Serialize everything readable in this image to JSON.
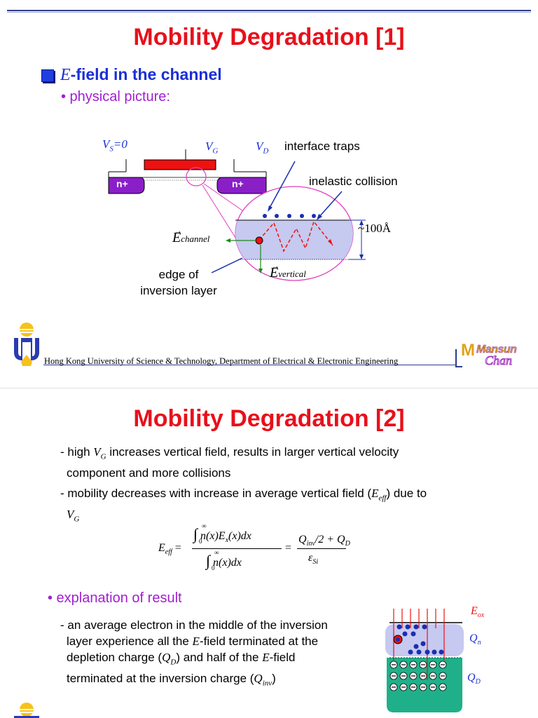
{
  "slide1": {
    "title": "Mobility Degradation [1]",
    "heading_e": "E",
    "heading_rest": "-field in the channel",
    "sub_bullet": "• physical picture:",
    "diagram": {
      "vs_label": "V",
      "vs_sub": "S",
      "vs_eq": "=0",
      "vg_label": "V",
      "vg_sub": "G",
      "vd_label": "V",
      "vd_sub": "D",
      "n_plus": "n+",
      "interface_traps": "interface traps",
      "inelastic_collision": "inelastic collision",
      "thickness": "~100Å",
      "e_channel": "E",
      "e_channel_sub": "channel",
      "e_vertical": "E",
      "e_vertical_sub": "vertical",
      "edge_line1": "edge of",
      "edge_line2": "inversion layer"
    },
    "footer": "Hong Kong University of Science & Technology, Department of Electrical & Electronic Engineering",
    "logo_text_top": "Mansun",
    "logo_text_bottom": "Chan"
  },
  "slide2": {
    "title": "Mobility Degradation [2]",
    "p1_pre": "- high ",
    "p1_v": "V",
    "p1_vsub": "G",
    "p1_post": " increases vertical field, results in larger vertical velocity",
    "p1_line2": "component and more collisions",
    "p2_pre": "- mobility decreases with increase in average vertical field (",
    "p2_e": "E",
    "p2_esub": "eff",
    "p2_post": ") due to",
    "p2_v": "V",
    "p2_vsub": "G",
    "equation": {
      "lhs": "E",
      "lhs_sub": "eff",
      "num": "n(x)E",
      "num_sub": "x",
      "num_rest": "(x)dx",
      "den": "n(x)dx",
      "int_top": "∞",
      "int_bot": "0",
      "rhs_num": "Q",
      "rhs_num_sub": "inv",
      "rhs_num_rest": "/2 + Q",
      "rhs_num_sub2": "D",
      "rhs_den": "ε",
      "rhs_den_sub": "Si"
    },
    "explanation_bullet": "• explanation of result",
    "ex_line1": "- an average electron in the middle of the inversion",
    "ex_line2_pre": "layer experience all the ",
    "ex_line2_e": "E",
    "ex_line2_post": "-field terminated at the",
    "ex_line3_pre": "depletion charge (",
    "ex_line3_q": "Q",
    "ex_line3_qsub": "D",
    "ex_line3_mid": ") and half of the ",
    "ex_line3_e": "E",
    "ex_line3_post": "-field",
    "ex_line4_pre": "terminated at the inversion charge (",
    "ex_line4_q": "Q",
    "ex_line4_qsub": "inv",
    "ex_line4_post": ")",
    "fig": {
      "eox": "E",
      "eox_sub": "ox",
      "qn": "Q",
      "qn_sub": "n",
      "qd": "Q",
      "qd_sub": "D"
    }
  },
  "colors": {
    "title_red": "#e8101b",
    "heading_blue": "#1a2fd6",
    "purple": "#a21fd0",
    "gate_red": "#ee1111",
    "nplus_purple": "#8a1fc8",
    "channel_fill": "#c6c9f0",
    "depletion_green": "#1fb08a"
  }
}
